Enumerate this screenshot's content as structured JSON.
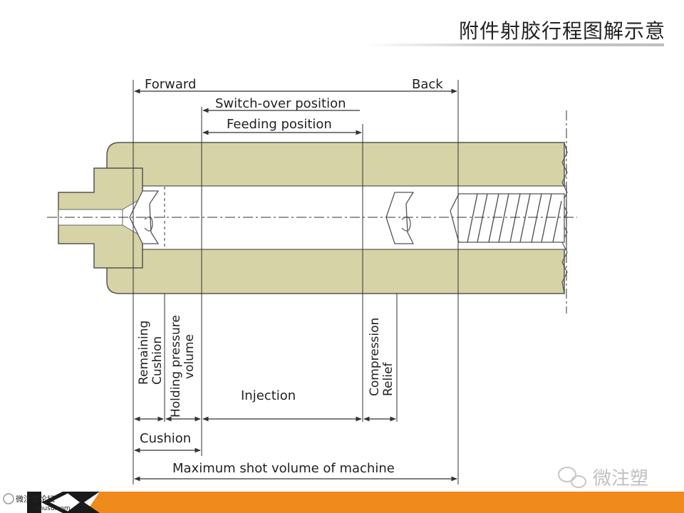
{
  "page": {
    "title": "附件射胶行程图解示意"
  },
  "diagram": {
    "top_labels": {
      "forward": "Forward",
      "back": "Back",
      "switch_over": "Switch-over position",
      "feeding": "Feeding position"
    },
    "vertical_labels": {
      "remaining_cushion": [
        "Remaining",
        "Cushion"
      ],
      "holding_pressure": [
        "Holding pressure",
        "volume"
      ],
      "compression_relief": [
        "Compression",
        "Relief"
      ]
    },
    "bottom_labels": {
      "injection": "Injection",
      "cushion": "Cushion",
      "max_shot": "Maximum shot volume of machine"
    }
  },
  "watermark": {
    "brand": "微注塑",
    "forum": "微注塑论坛",
    "site": "zhusu.com"
  },
  "colors": {
    "barrel": "#d6d3a6",
    "outline": "#444444",
    "footer_orange": "#f08a1c",
    "footer_dark": "#1a1a1a"
  }
}
